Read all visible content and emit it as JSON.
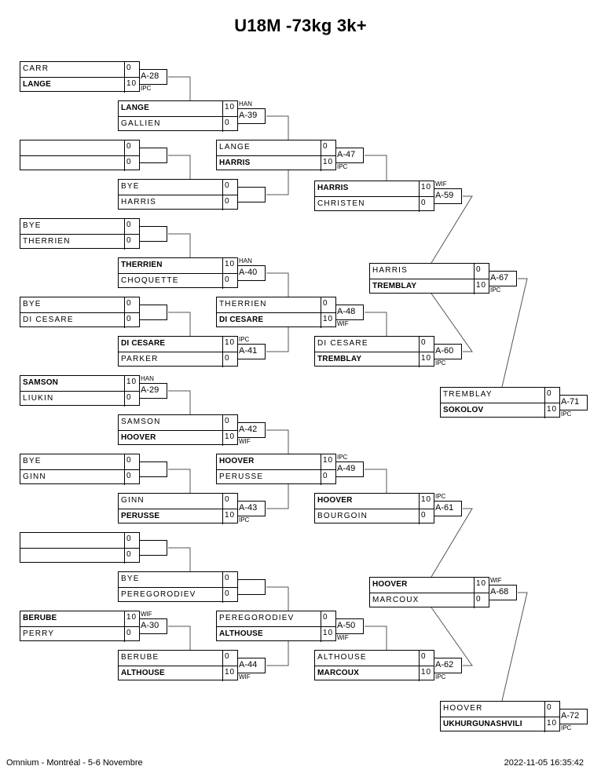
{
  "title": "U18M -73kg 3k+",
  "footer": {
    "event": "Omnium - Montréal - 5-6 Novembre",
    "timestamp": "2022-11-05 16:35:42"
  },
  "matches": [
    {
      "id": "r1-1",
      "label": "A-28",
      "win_type": "IPC",
      "players": [
        {
          "name": "CARR",
          "score": "0",
          "winner": false
        },
        {
          "name": "LANGE",
          "score": "10",
          "winner": true
        }
      ]
    },
    {
      "id": "r1-2",
      "label": "",
      "win_type": "",
      "players": [
        {
          "name": "",
          "score": "0",
          "winner": false
        },
        {
          "name": "",
          "score": "0",
          "winner": false
        }
      ]
    },
    {
      "id": "r1-3",
      "label": "",
      "win_type": "",
      "players": [
        {
          "name": "BYE",
          "score": "0",
          "winner": false
        },
        {
          "name": "THERRIEN",
          "score": "0",
          "winner": false
        }
      ]
    },
    {
      "id": "r1-4",
      "label": "",
      "win_type": "",
      "players": [
        {
          "name": "BYE",
          "score": "0",
          "winner": false
        },
        {
          "name": "DI CESARE",
          "score": "0",
          "winner": false
        }
      ]
    },
    {
      "id": "r1-5",
      "label": "A-29",
      "win_type": "HAN",
      "players": [
        {
          "name": "SAMSON",
          "score": "10",
          "winner": true
        },
        {
          "name": "LIUKIN",
          "score": "0",
          "winner": false
        }
      ]
    },
    {
      "id": "r1-6",
      "label": "",
      "win_type": "",
      "players": [
        {
          "name": "BYE",
          "score": "0",
          "winner": false
        },
        {
          "name": "GINN",
          "score": "0",
          "winner": false
        }
      ]
    },
    {
      "id": "r1-7",
      "label": "",
      "win_type": "",
      "players": [
        {
          "name": "",
          "score": "0",
          "winner": false
        },
        {
          "name": "",
          "score": "0",
          "winner": false
        }
      ]
    },
    {
      "id": "r1-8",
      "label": "A-30",
      "win_type": "WIF",
      "players": [
        {
          "name": "BERUBE",
          "score": "10",
          "winner": true
        },
        {
          "name": "PERRY",
          "score": "0",
          "winner": false
        }
      ]
    },
    {
      "id": "r2-1",
      "label": "A-39",
      "win_type": "HAN",
      "players": [
        {
          "name": "LANGE",
          "score": "10",
          "winner": true
        },
        {
          "name": "GALLIEN",
          "score": "0",
          "winner": false
        }
      ]
    },
    {
      "id": "r2-2",
      "label": "",
      "win_type": "",
      "players": [
        {
          "name": "BYE",
          "score": "0",
          "winner": false
        },
        {
          "name": "HARRIS",
          "score": "0",
          "winner": false
        }
      ]
    },
    {
      "id": "r2-3",
      "label": "A-40",
      "win_type": "HAN",
      "players": [
        {
          "name": "THERRIEN",
          "score": "10",
          "winner": true
        },
        {
          "name": "CHOQUETTE",
          "score": "0",
          "winner": false
        }
      ]
    },
    {
      "id": "r2-4",
      "label": "A-41",
      "win_type": "IPC",
      "players": [
        {
          "name": "DI CESARE",
          "score": "10",
          "winner": true
        },
        {
          "name": "PARKER",
          "score": "0",
          "winner": false
        }
      ]
    },
    {
      "id": "r2-5",
      "label": "A-42",
      "win_type": "WIF",
      "players": [
        {
          "name": "SAMSON",
          "score": "0",
          "winner": false
        },
        {
          "name": "HOOVER",
          "score": "10",
          "winner": true
        }
      ]
    },
    {
      "id": "r2-6",
      "label": "A-43",
      "win_type": "IPC",
      "players": [
        {
          "name": "GINN",
          "score": "0",
          "winner": false
        },
        {
          "name": "PERUSSE",
          "score": "10",
          "winner": true
        }
      ]
    },
    {
      "id": "r2-7",
      "label": "",
      "win_type": "",
      "players": [
        {
          "name": "BYE",
          "score": "0",
          "winner": false
        },
        {
          "name": "PEREGORODIEV",
          "score": "0",
          "winner": false
        }
      ]
    },
    {
      "id": "r2-8",
      "label": "A-44",
      "win_type": "WIF",
      "players": [
        {
          "name": "BERUBE",
          "score": "0",
          "winner": false
        },
        {
          "name": "ALTHOUSE",
          "score": "10",
          "winner": true
        }
      ]
    },
    {
      "id": "r3-1",
      "label": "A-47",
      "win_type": "IPC",
      "players": [
        {
          "name": "LANGE",
          "score": "0",
          "winner": false
        },
        {
          "name": "HARRIS",
          "score": "10",
          "winner": true
        }
      ]
    },
    {
      "id": "r3-2",
      "label": "A-48",
      "win_type": "WIF",
      "players": [
        {
          "name": "THERRIEN",
          "score": "0",
          "winner": false
        },
        {
          "name": "DI CESARE",
          "score": "10",
          "winner": true
        }
      ]
    },
    {
      "id": "r3-3",
      "label": "A-49",
      "win_type": "IPC",
      "players": [
        {
          "name": "HOOVER",
          "score": "10",
          "winner": true
        },
        {
          "name": "PERUSSE",
          "score": "0",
          "winner": false
        }
      ]
    },
    {
      "id": "r3-4",
      "label": "A-50",
      "win_type": "WIF",
      "players": [
        {
          "name": "PEREGORODIEV",
          "score": "0",
          "winner": false
        },
        {
          "name": "ALTHOUSE",
          "score": "10",
          "winner": true
        }
      ]
    },
    {
      "id": "r4-1",
      "label": "A-59",
      "win_type": "WIF",
      "players": [
        {
          "name": "HARRIS",
          "score": "10",
          "winner": true
        },
        {
          "name": "CHRISTEN",
          "score": "0",
          "winner": false
        }
      ]
    },
    {
      "id": "r4-2",
      "label": "A-60",
      "win_type": "IPC",
      "players": [
        {
          "name": "DI CESARE",
          "score": "0",
          "winner": false
        },
        {
          "name": "TREMBLAY",
          "score": "10",
          "winner": true
        }
      ]
    },
    {
      "id": "r4-3",
      "label": "A-61",
      "win_type": "IPC",
      "players": [
        {
          "name": "HOOVER",
          "score": "10",
          "winner": true
        },
        {
          "name": "BOURGOIN",
          "score": "0",
          "winner": false
        }
      ]
    },
    {
      "id": "r4-4",
      "label": "A-62",
      "win_type": "IPC",
      "players": [
        {
          "name": "ALTHOUSE",
          "score": "0",
          "winner": false
        },
        {
          "name": "MARCOUX",
          "score": "10",
          "winner": true
        }
      ]
    },
    {
      "id": "r5-1",
      "label": "A-67",
      "win_type": "IPC",
      "players": [
        {
          "name": "HARRIS",
          "score": "0",
          "winner": false
        },
        {
          "name": "TREMBLAY",
          "score": "10",
          "winner": true
        }
      ]
    },
    {
      "id": "r5-2",
      "label": "A-68",
      "win_type": "WIF",
      "players": [
        {
          "name": "HOOVER",
          "score": "10",
          "winner": true
        },
        {
          "name": "MARCOUX",
          "score": "0",
          "winner": false
        }
      ]
    },
    {
      "id": "r6-1",
      "label": "A-71",
      "win_type": "IPC",
      "players": [
        {
          "name": "TREMBLAY",
          "score": "0",
          "winner": false
        },
        {
          "name": "SOKOLOV",
          "score": "10",
          "winner": true
        }
      ]
    },
    {
      "id": "r6-2",
      "label": "A-72",
      "win_type": "IPC",
      "players": [
        {
          "name": "HOOVER",
          "score": "0",
          "winner": false
        },
        {
          "name": "UKHURGUNASHVILI",
          "score": "10",
          "winner": true
        }
      ]
    }
  ]
}
